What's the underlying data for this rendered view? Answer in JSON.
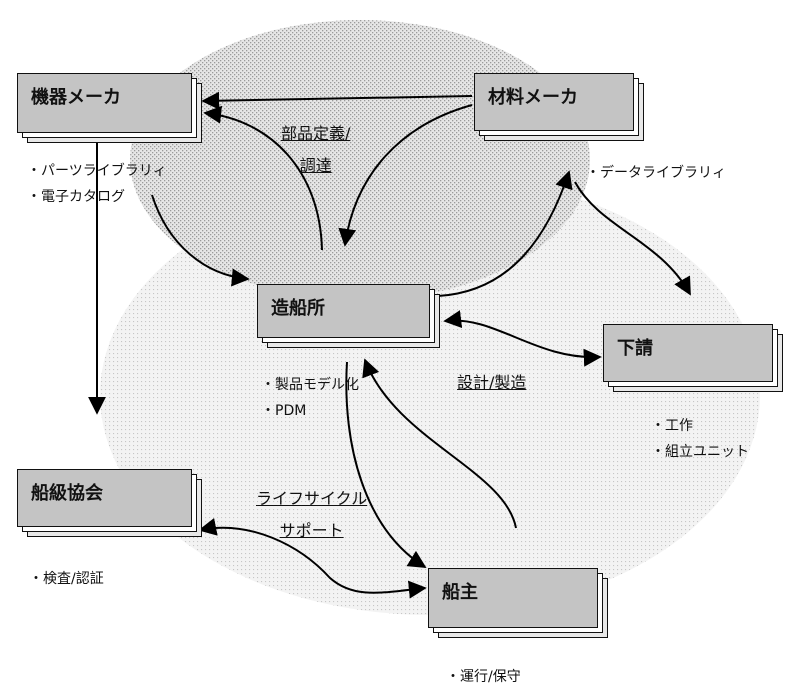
{
  "nodes": {
    "equipment_maker": "機器メーカ",
    "material_maker": "材料メーカ",
    "shipyard": "造船所",
    "subcontractor": "下請",
    "classification_society": "船級協会",
    "shipowner": "船主"
  },
  "notes": {
    "equipment_maker": [
      "・パーツライブラリィ",
      "・電子カタログ"
    ],
    "data_library": "・データライブラリィ",
    "shipyard": [
      "・製品モデル化",
      "・PDM"
    ],
    "subcontractor": [
      "・工作",
      "・組立ユニット"
    ],
    "classification_society": "・検査/認証",
    "shipowner": "・運行/保守"
  },
  "edge_labels": {
    "parts_definition": [
      "部品定義/",
      "調達"
    ],
    "design_manufacture": "設計/製造",
    "lifecycle_support": [
      "ライフサイクル",
      "サポート"
    ]
  }
}
